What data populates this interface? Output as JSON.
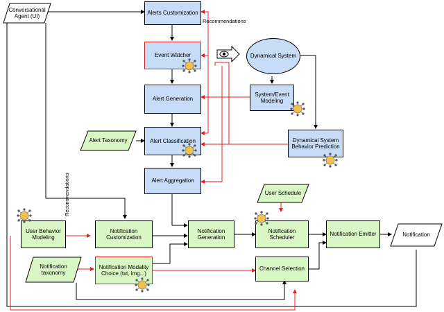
{
  "nodes": {
    "conv_agent": "Conversational Agent (UI)",
    "alerts_custom": "Alerts Customization",
    "event_watcher": "Event Watcher",
    "alert_gen": "Alert Generation",
    "alert_class": "Alert Classification",
    "alert_agg": "Alert Aggregation",
    "alert_tax": "Alert Taxonomy",
    "dyn_system": "Dynamical System",
    "sys_model": "System/Event Modeling",
    "dyn_pred": "Dynamical System Behavior Prediction",
    "user_sched": "User Schedule",
    "user_behav": "User Behavior Modeling",
    "notif_custom": "Notification Customization",
    "notif_gen": "Notification Generation",
    "notif_sched": "Notification Scheduler",
    "notif_emit": "Notification Emitter",
    "notification": "Notification",
    "notif_tax": "Notification taxonomy",
    "notif_modality": "Notification Modality Choice (txt, img...)",
    "channel_sel": "Channel Selection"
  },
  "labels": {
    "recommendations_top": "Recommendations",
    "recommendations_side": "Recommendations"
  },
  "colors": {
    "process_blue": "#c7dcf6",
    "process_green": "#d9f7c4",
    "feedback_red": "#e02020",
    "flow_black": "#000000"
  },
  "icons": [
    "neural-network-icon",
    "eye-icon"
  ]
}
